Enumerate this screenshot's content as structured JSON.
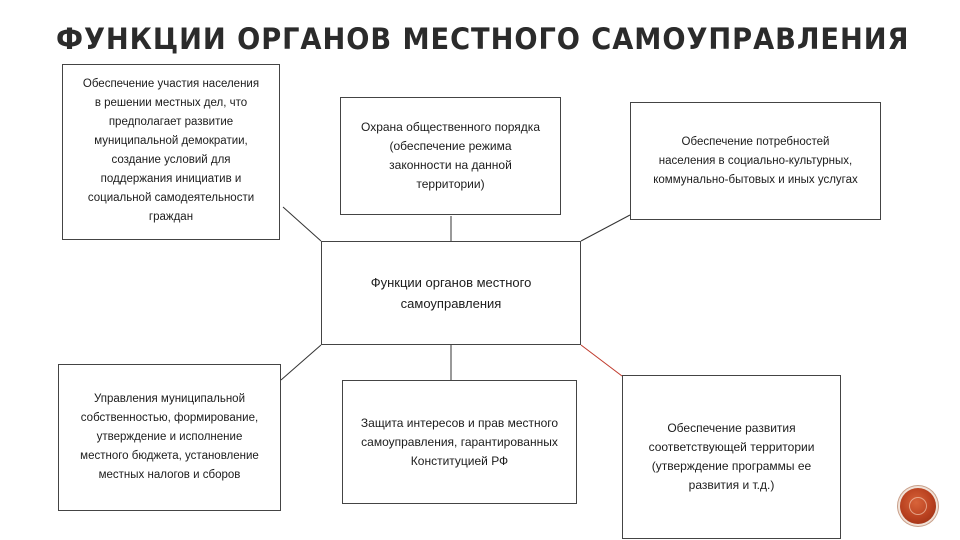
{
  "title": "ФУНКЦИИ ОРГАНОВ МЕСТНОГО САМОУПРАВЛЕНИЯ",
  "center": {
    "lines": [
      "Функции органов местного",
      "самоуправления"
    ]
  },
  "functions": {
    "top_left": {
      "lines": [
        "Обеспечение участия населения",
        "в решении местных дел, что",
        "предполагает развитие",
        "муниципальной демократии,",
        "создание условий для",
        "поддержания инициатив и",
        "социальной самодеятельности",
        "граждан"
      ]
    },
    "top_center": {
      "lines": [
        "Охрана общественного порядка",
        "(обеспечение режима",
        "законности на данной",
        "территории)"
      ]
    },
    "top_right": {
      "lines": [
        "Обеспечение потребностей",
        "населения в социально-культурных,",
        "коммунально-бытовых и иных услугах"
      ]
    },
    "bottom_left": {
      "lines": [
        "Управления муниципальной",
        "собственностью, формирование,",
        "утверждение и исполнение",
        "местного бюджета, установление",
        "местных налогов и сборов"
      ]
    },
    "bottom_center": {
      "lines": [
        "Защита интересов и прав местного",
        "самоуправления, гарантированных",
        "Конституцией РФ"
      ]
    },
    "bottom_right": {
      "lines": [
        "Обеспечение развития",
        "соответствующей территории",
        "(утверждение программы ее",
        "развития и т.д.)"
      ]
    }
  },
  "colors": {
    "connector": "#333333",
    "connector_accent": "#c0392b",
    "badge": "#b8401f"
  }
}
